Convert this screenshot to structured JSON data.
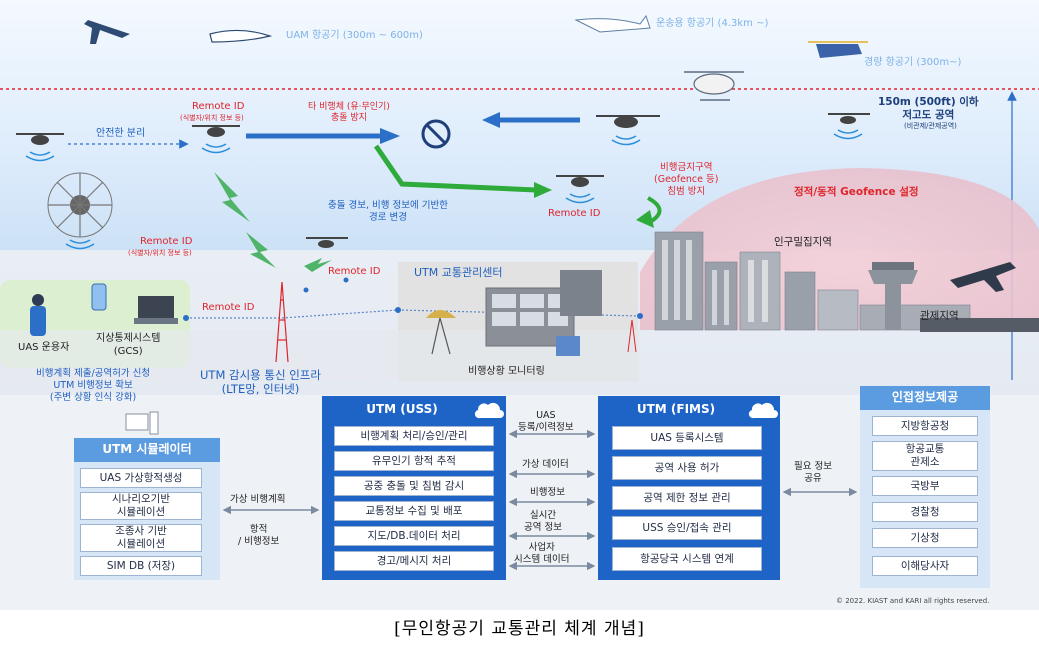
{
  "airspace": {
    "uam_label": "UAM 항공기 (300m ~ 600m)",
    "transport_label": "운송용 항공기 (4.3km ~)",
    "light_label": "경량 항공기 (300m~)",
    "low_alt_title": "150m (500ft) 이하\n저고도 공역",
    "low_alt_sub": "(비관제/관제공역)"
  },
  "flight": {
    "safe_separation": "안전한 분리",
    "remote_id_1": "Remote ID",
    "remote_id_1_sub": "(식별자/위치 정보 등)",
    "other_aircraft": "타 비행체 (유·무인기)\n충돌 방지",
    "collision_reroute": "충돌 경보, 비행 정보에 기반한\n경로 변경",
    "remote_id_2": "Remote ID",
    "remote_id_3": "Remote ID",
    "remote_id_3_sub": "(식별자/위치 정보 등)",
    "remote_id_4": "Remote ID",
    "remote_id_5": "Remote ID",
    "geofence_intrusion": "비행금지구역\n(Geofence 등)\n침범 방지",
    "geofence_setting": "정적/동적 Geofence 설정",
    "populated_area": "인구밀집지역",
    "controlled_area": "관제지역"
  },
  "ground": {
    "operator": "UAS 운용자",
    "gcs": "지상통제시스템\n(GCS)",
    "operator_tasks": "비행계획 제출/공역허가 신청\nUTM 비행정보 확보\n(주변 상황 인식 강화)",
    "infra": "UTM 감시용 통신 인프라\n(LTE망, 인터넷)",
    "center": "UTM 교통관리센터",
    "monitoring": "비행상황 모니터링"
  },
  "simulator": {
    "title": "UTM 시뮬레이터",
    "items": [
      "UAS 가상항적생성",
      "시나리오기반\n시뮬레이션",
      "조종사 기반\n시뮬레이션",
      "SIM DB (저장)"
    ],
    "link_top": "가상 비행계획",
    "link_bottom": "항적\n/ 비행정보"
  },
  "uss": {
    "title": "UTM (USS)",
    "items": [
      "비행계획 처리/승인/관리",
      "유무인기 항적 추적",
      "공중 충돌 및 침범 감시",
      "교통정보 수집 및 배포",
      "지도/DB.데이터 처리",
      "경고/메시지 처리"
    ]
  },
  "links": {
    "l1": "UAS\n등록/이력정보",
    "l2": "가상 데이터",
    "l3": "비행정보",
    "l4": "실시간\n공역 정보",
    "l5": "사업자\n시스템 데이터"
  },
  "fims": {
    "title": "UTM (FIMS)",
    "items": [
      "UAS 등록시스템",
      "공역 사용 허가",
      "공역 제한 정보 관리",
      "USS 승인/접속 관리",
      "항공당국 시스템 연계"
    ],
    "link": "필요 정보\n공유"
  },
  "adjacent": {
    "title": "인접정보제공",
    "items": [
      "지방항공청",
      "항공교통\n관제소",
      "국방부",
      "경찰청",
      "기상청",
      "이해당사자"
    ]
  },
  "copyright": "© 2022. KIAST and KARI all rights reserved.",
  "caption": "[무인항공기 교통관리 체계 개념]",
  "colors": {
    "panel_blue": "#1e63c6",
    "panel_light": "#5b9be0",
    "red": "#e0242b",
    "green": "#2eab3a",
    "arrow_blue": "#2b6fc9"
  }
}
